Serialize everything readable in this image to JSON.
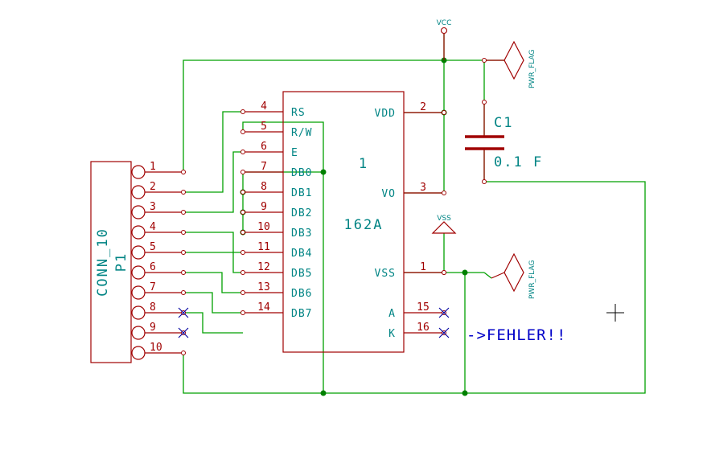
{
  "connector": {
    "reference": "P1",
    "value": "CONN_10",
    "pins": [
      "1",
      "2",
      "3",
      "4",
      "5",
      "6",
      "7",
      "8",
      "9",
      "10"
    ]
  },
  "lcd": {
    "reference": "1",
    "value": "162A",
    "left_pins": [
      {
        "num": "4",
        "name": "RS"
      },
      {
        "num": "5",
        "name": "R/W"
      },
      {
        "num": "6",
        "name": "E"
      },
      {
        "num": "7",
        "name": "DB0"
      },
      {
        "num": "8",
        "name": "DB1"
      },
      {
        "num": "9",
        "name": "DB2"
      },
      {
        "num": "10",
        "name": "DB3"
      },
      {
        "num": "11",
        "name": "DB4"
      },
      {
        "num": "12",
        "name": "DB5"
      },
      {
        "num": "13",
        "name": "DB6"
      },
      {
        "num": "14",
        "name": "DB7"
      }
    ],
    "right_pins": [
      {
        "num": "2",
        "name": "VDD"
      },
      {
        "num": "3",
        "name": "VO"
      },
      {
        "num": "1",
        "name": "VSS"
      },
      {
        "num": "15",
        "name": "A"
      },
      {
        "num": "16",
        "name": "K"
      }
    ]
  },
  "capacitor": {
    "reference": "C1",
    "value": "0.1 F"
  },
  "power": {
    "vcc": "VCC",
    "vss": "VSS",
    "flag_top": "PWR_FLAG",
    "flag_bottom": "PWR_FLAG"
  },
  "annotation": "->FEHLER!!",
  "colors": {
    "wire": "#00a000",
    "component": "#a00000",
    "label": "#008484",
    "note": "#0000c8"
  }
}
